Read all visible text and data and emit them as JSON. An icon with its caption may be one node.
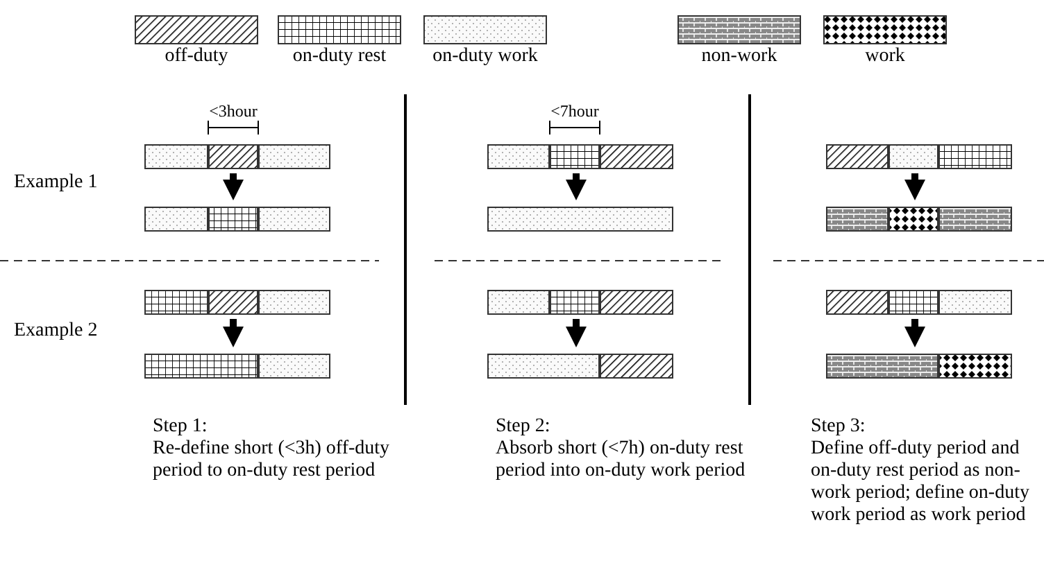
{
  "diagram": {
    "nodes": [
      {
        "text": [],
        "shape": "bar"
      },
      {
        "text": [],
        "shape": "bar"
      },
      {
        "text": [],
        "shape": "bar"
      },
      {
        "text": [],
        "shape": "bar"
      },
      {
        "text": [],
        "shape": "bar"
      },
      {
        "text": [],
        "shape": "bar"
      },
      {
        "text": [],
        "shape": "bar"
      },
      {
        "text": [],
        "shape": "bar"
      },
      {
        "text": [],
        "shape": "bar"
      },
      {
        "text": [],
        "shape": "bar"
      },
      {
        "text": [],
        "shape": "bar"
      },
      {
        "text": [],
        "shape": "bar"
      }
    ],
    "edges": [
      {
        "from": 0,
        "to": 1,
        "arrow": "to"
      },
      {
        "from": 2,
        "to": 3,
        "arrow": "to"
      },
      {
        "from": 4,
        "to": 5,
        "arrow": "to"
      },
      {
        "from": 6,
        "to": 7,
        "arrow": "to"
      },
      {
        "from": 8,
        "to": 9,
        "arrow": "to"
      },
      {
        "from": 10,
        "to": 11,
        "arrow": "to"
      }
    ],
    "labels": [
      "<3hour",
      "<7hour",
      "Example 1",
      "Example 2",
      "Step 1:",
      "Re-define short (<3h) off-duty period to on-duty rest period",
      "Step 2:",
      "Absorb short (<7h) on-duty rest period into on-duty work period",
      "Step 3:",
      "Define off-duty period and on-duty rest period as non-work period; define on-duty work period as work period"
    ],
    "legend": [
      {
        "text": "off-duty"
      },
      {
        "text": "on-duty rest"
      },
      {
        "text": "on-duty work"
      },
      {
        "text": "non-work"
      },
      {
        "text": "work"
      }
    ]
  }
}
